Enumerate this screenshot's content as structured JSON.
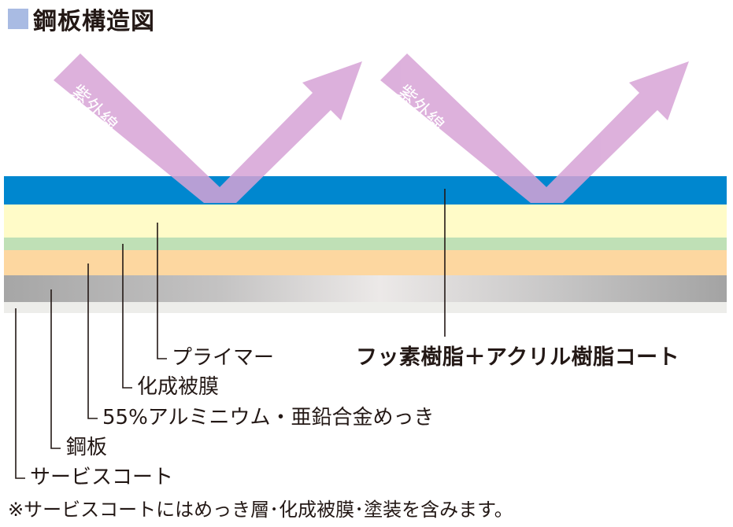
{
  "title": "鋼板構造図",
  "uv_arrow_label": "紫外線",
  "layers": [
    {
      "id": "fluoro-acrylic-coat",
      "color": "#0087cf"
    },
    {
      "id": "primer",
      "color": "#fffbc8"
    },
    {
      "id": "chemical-conversion-film",
      "color": "#bfe0b6"
    },
    {
      "id": "al-zn-plating",
      "color": "#fdd7a0"
    },
    {
      "id": "steel-sheet",
      "color": "#b5b5b5"
    },
    {
      "id": "service-coat",
      "color": "#ededea"
    }
  ],
  "labels": {
    "primer": "プライマー",
    "chemical_film": "化成被膜",
    "plating": "55%アルミニウム・亜鉛合金めっき",
    "steel": "鋼板",
    "service_coat": "サービスコート",
    "top_coat": "フッ素樹脂＋アクリル樹脂コート"
  },
  "footnote": "※サービスコートにはめっき層･化成被膜･塗装を含みます。",
  "colors": {
    "uv_arrow": "#d7a3d6",
    "leader_line": "#231815",
    "title_square": "#a9bbe3"
  }
}
